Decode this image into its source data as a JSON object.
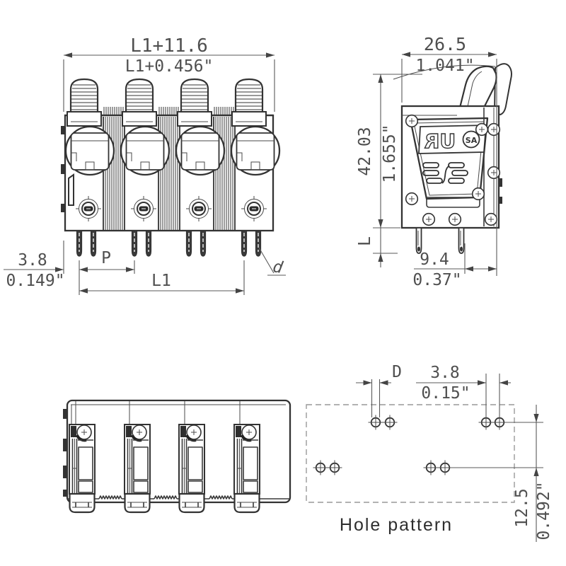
{
  "drawing_type": "terminal-block-dimensional-drawing",
  "front_view": {
    "dims": {
      "overall_width_mm": "L1+11.6",
      "overall_width_in": "L1+0.456\"",
      "edge_to_pin_mm": "3.8",
      "edge_to_pin_in": "0.149\"",
      "pitch_label": "P",
      "pin_span_label": "L1",
      "pin_diameter_label": "d"
    }
  },
  "side_view": {
    "dims": {
      "depth_mm": "26.5",
      "depth_in": "1.041\"",
      "height_mm": "42.03",
      "height_in": "1.655\"",
      "pin_length_label": "L",
      "pin_to_edge_mm": "9.4",
      "pin_to_edge_in": "0.37\""
    },
    "marks": {
      "ul_recognized": "UR",
      "csa": "SA"
    }
  },
  "hole_pattern": {
    "title": "Hole pattern",
    "dims": {
      "hole_diameter_label": "D",
      "pair_spacing_mm": "3.8",
      "pair_spacing_in": "0.15\"",
      "row_spacing_mm": "12.5",
      "row_spacing_in": "0.492\""
    }
  },
  "colors": {
    "outline": "#333333",
    "dimension_line": "#5a5a5a",
    "text": "#4f4f4f",
    "dashed_border": "#999999",
    "background": "#ffffff"
  }
}
